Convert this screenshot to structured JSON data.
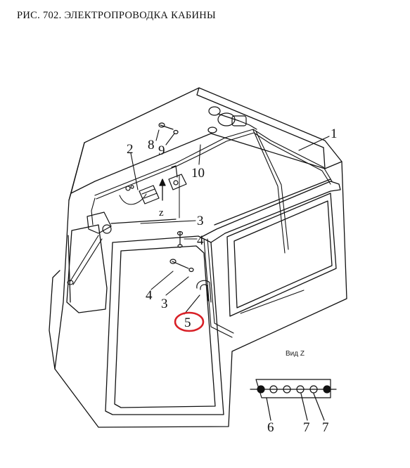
{
  "title": "РИС. 702. ЭЛЕКТРОПРОВОДКА КАБИНЫ",
  "view_label": "Вид Z",
  "direction_label": "z",
  "callouts": {
    "c1": "1",
    "c2": "2",
    "c3a": "3",
    "c3b": "3",
    "c4a": "4",
    "c4b": "4",
    "c5": "5",
    "c6": "6",
    "c7a": "7",
    "c7b": "7",
    "c8": "8",
    "c9": "9",
    "c10": "10"
  },
  "colors": {
    "line": "#111111",
    "highlight": "#d81f26"
  }
}
